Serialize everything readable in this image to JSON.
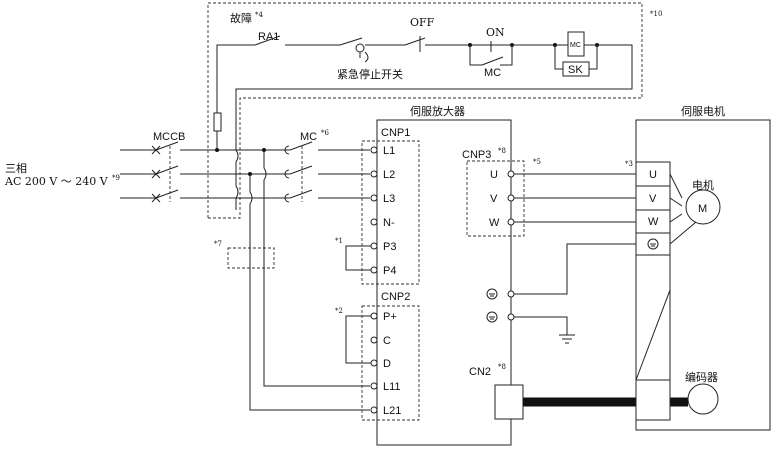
{
  "power": {
    "phase": "三相",
    "voltage": "AC 200 V ～ 240 V",
    "voltage_note": "*9"
  },
  "breaker": {
    "label": "MCCB"
  },
  "contactor": {
    "label": "MC",
    "note": "*6"
  },
  "emergency": {
    "fault_label": "故障",
    "fault_note": "*4",
    "relay": "RA1",
    "off": "OFF",
    "on": "ON",
    "mc_contact": "MC",
    "mc_coil": "MC",
    "sk": "SK",
    "stop_switch": "紧急停止开关",
    "box_note": "*10"
  },
  "amplifier": {
    "title": "伺服放大器",
    "cnp1": "CNP1",
    "cnp1_terms": [
      "L1",
      "L2",
      "L3",
      "N-",
      "P3",
      "P4"
    ],
    "cnp2": "CNP2",
    "cnp2_terms": [
      "P+",
      "C",
      "D",
      "L11",
      "L21"
    ],
    "cnp3": "CNP3",
    "cnp3_note": "*8",
    "cnp3_terms": [
      "U",
      "V",
      "W"
    ],
    "cn2": "CN2",
    "cn2_note": "*8",
    "note1": "*1",
    "note2": "*2",
    "note5": "*5",
    "note7": "*7"
  },
  "motor": {
    "title": "伺服电机",
    "terms": [
      "U",
      "V",
      "W"
    ],
    "note3": "*3",
    "motor_label": "电机",
    "symbol": "M",
    "encoder": "编码器"
  },
  "ground_symbol": "⏚"
}
